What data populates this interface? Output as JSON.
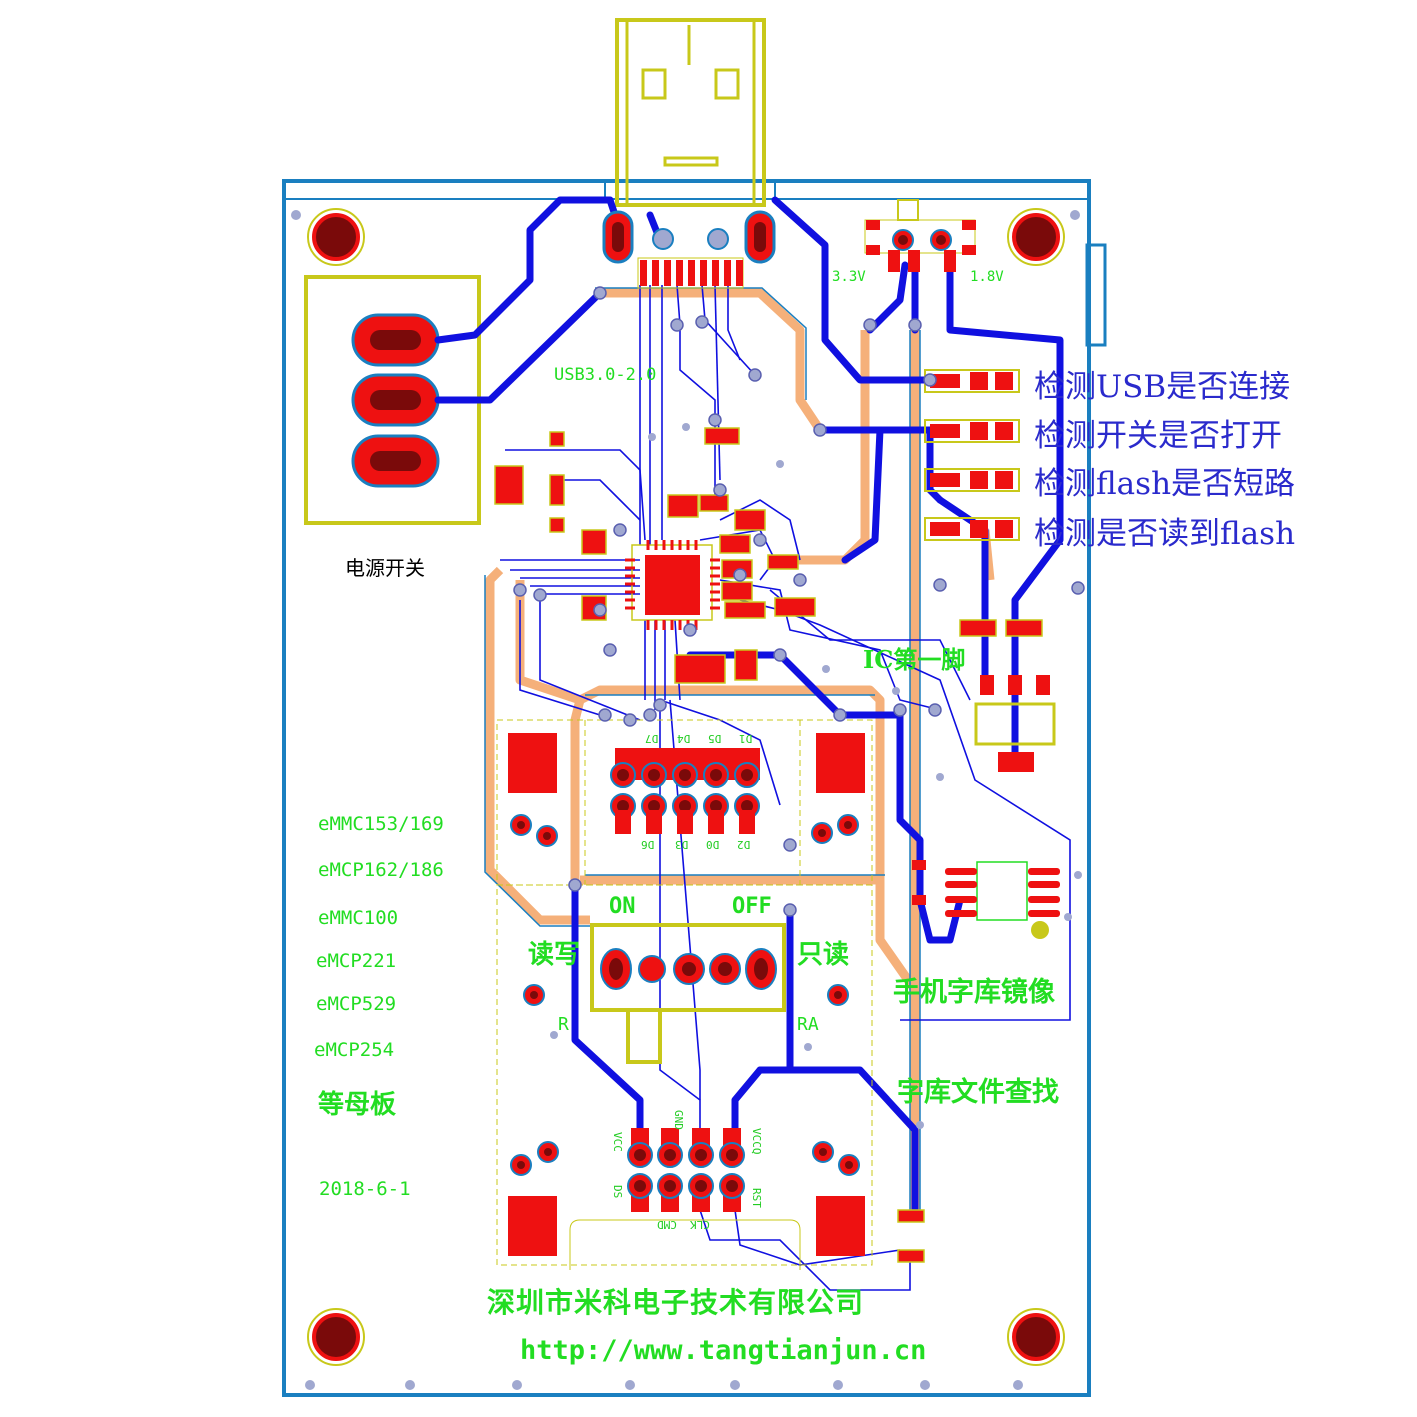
{
  "notes": {
    "usb_connect": "检测USB是否连接",
    "switch_open": "检测开关是否打开",
    "flash_short": "检测flash是否短路",
    "read_flash": "检测是否读到flash"
  },
  "labels": {
    "power_switch": "电源开关",
    "usb": "USB3.0-2.0",
    "v33": "3.3V",
    "v18": "1.8V",
    "ic_pin1": "IC第一脚",
    "on": "ON",
    "off": "OFF",
    "read_write": "读写",
    "read_only": "只读",
    "rw_short": "R",
    "ra_short": "RA",
    "phone_font_mirror": "手机字库镜像",
    "font_file_find": "字库文件查找",
    "company": "深圳市米科电子技术有限公司",
    "url": "http://www.tangtianjun.cn",
    "date": "2018-6-1",
    "mb": "等母板"
  },
  "models": [
    "eMMC153/169",
    "eMCP162/186",
    "eMMC100",
    "eMCP221",
    "eMCP529",
    "eMCP254"
  ],
  "pin_labels_top": [
    "D6",
    "D3",
    "D0",
    "D2"
  ],
  "pin_labels_top_upper": [
    "D7",
    "D4",
    "D5",
    "D1"
  ],
  "pin_labels_bottom": [
    "VCC",
    "GND",
    "VCCQ"
  ],
  "pin_labels_bottom2": [
    "DS",
    "CLK",
    "CMD",
    "RST"
  ],
  "colors": {
    "board_outline": "#1a7fc0",
    "trace_blue": "#1010e0",
    "trace_orange": "#f5b07a",
    "pad_red": "#ee1111",
    "silk_yellow": "#c8c81a",
    "silk_green": "#22dd22",
    "via_gray": "#a0a8d0",
    "hole_dark": "#7a0a0a"
  }
}
